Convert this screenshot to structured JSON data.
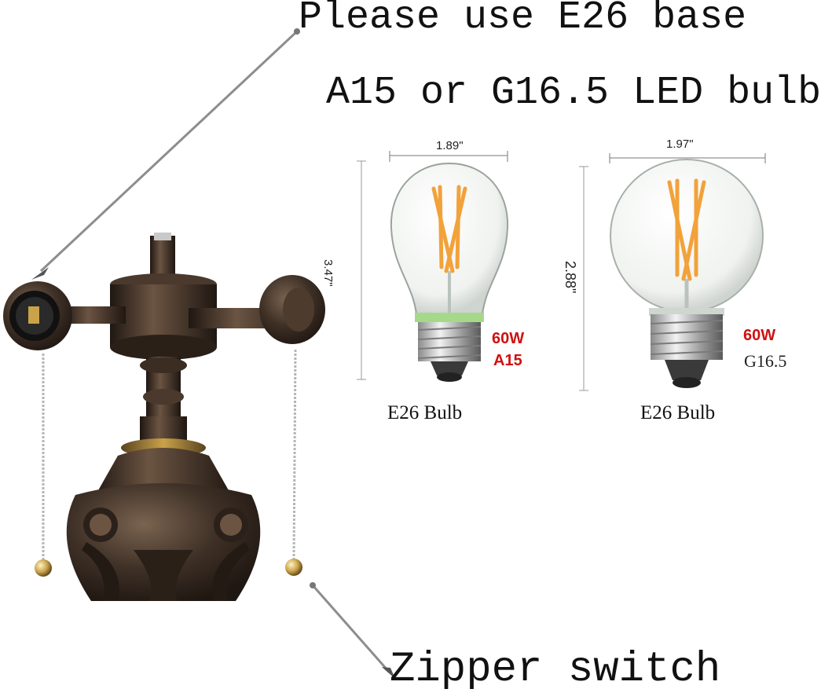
{
  "headline_base": "Please use E26 base",
  "headline_bulb": "A15 or G16.5 LED bulb",
  "headline_switch": "Zipper switch",
  "bulb_a15": {
    "width": "1.89\"",
    "height": "3.47\"",
    "wattage": "60W",
    "model": "A15",
    "caption": "E26 Bulb"
  },
  "bulb_g165": {
    "width": "1.97\"",
    "height": "2.88\"",
    "wattage": "60W",
    "model": "G16.5",
    "caption": "E26 Bulb"
  },
  "colors": {
    "bronze": "#3b2d22",
    "bronze_light": "#6b5442",
    "filament": "#f2a23a",
    "accent_red": "#d01010",
    "brass": "#c9a24a"
  }
}
